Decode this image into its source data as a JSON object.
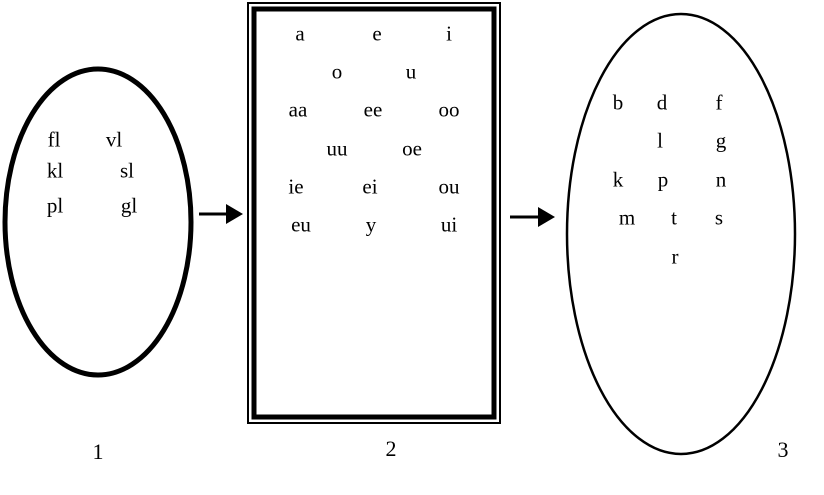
{
  "colors": {
    "ink": "#000000",
    "background": "#ffffff"
  },
  "groups": [
    {
      "label": "1",
      "shape": "ellipse-thick",
      "items": [
        "fl",
        "vl",
        "kl",
        "sl",
        "pl",
        "gl"
      ]
    },
    {
      "label": "2",
      "shape": "double-frame-rectangle",
      "items": [
        "a",
        "e",
        "i",
        "o",
        "u",
        "aa",
        "ee",
        "oo",
        "uu",
        "oe",
        "ie",
        "ei",
        "ou",
        "eu",
        "y",
        "ui"
      ]
    },
    {
      "label": "3",
      "shape": "ellipse-thin",
      "items": [
        "b",
        "d",
        "f",
        "l",
        "g",
        "k",
        "p",
        "n",
        "m",
        "t",
        "s",
        "r"
      ]
    }
  ],
  "connectors": [
    {
      "from": "1",
      "to": "2",
      "icon": "arrow-right-icon"
    },
    {
      "from": "2",
      "to": "3",
      "icon": "arrow-right-icon"
    }
  ]
}
